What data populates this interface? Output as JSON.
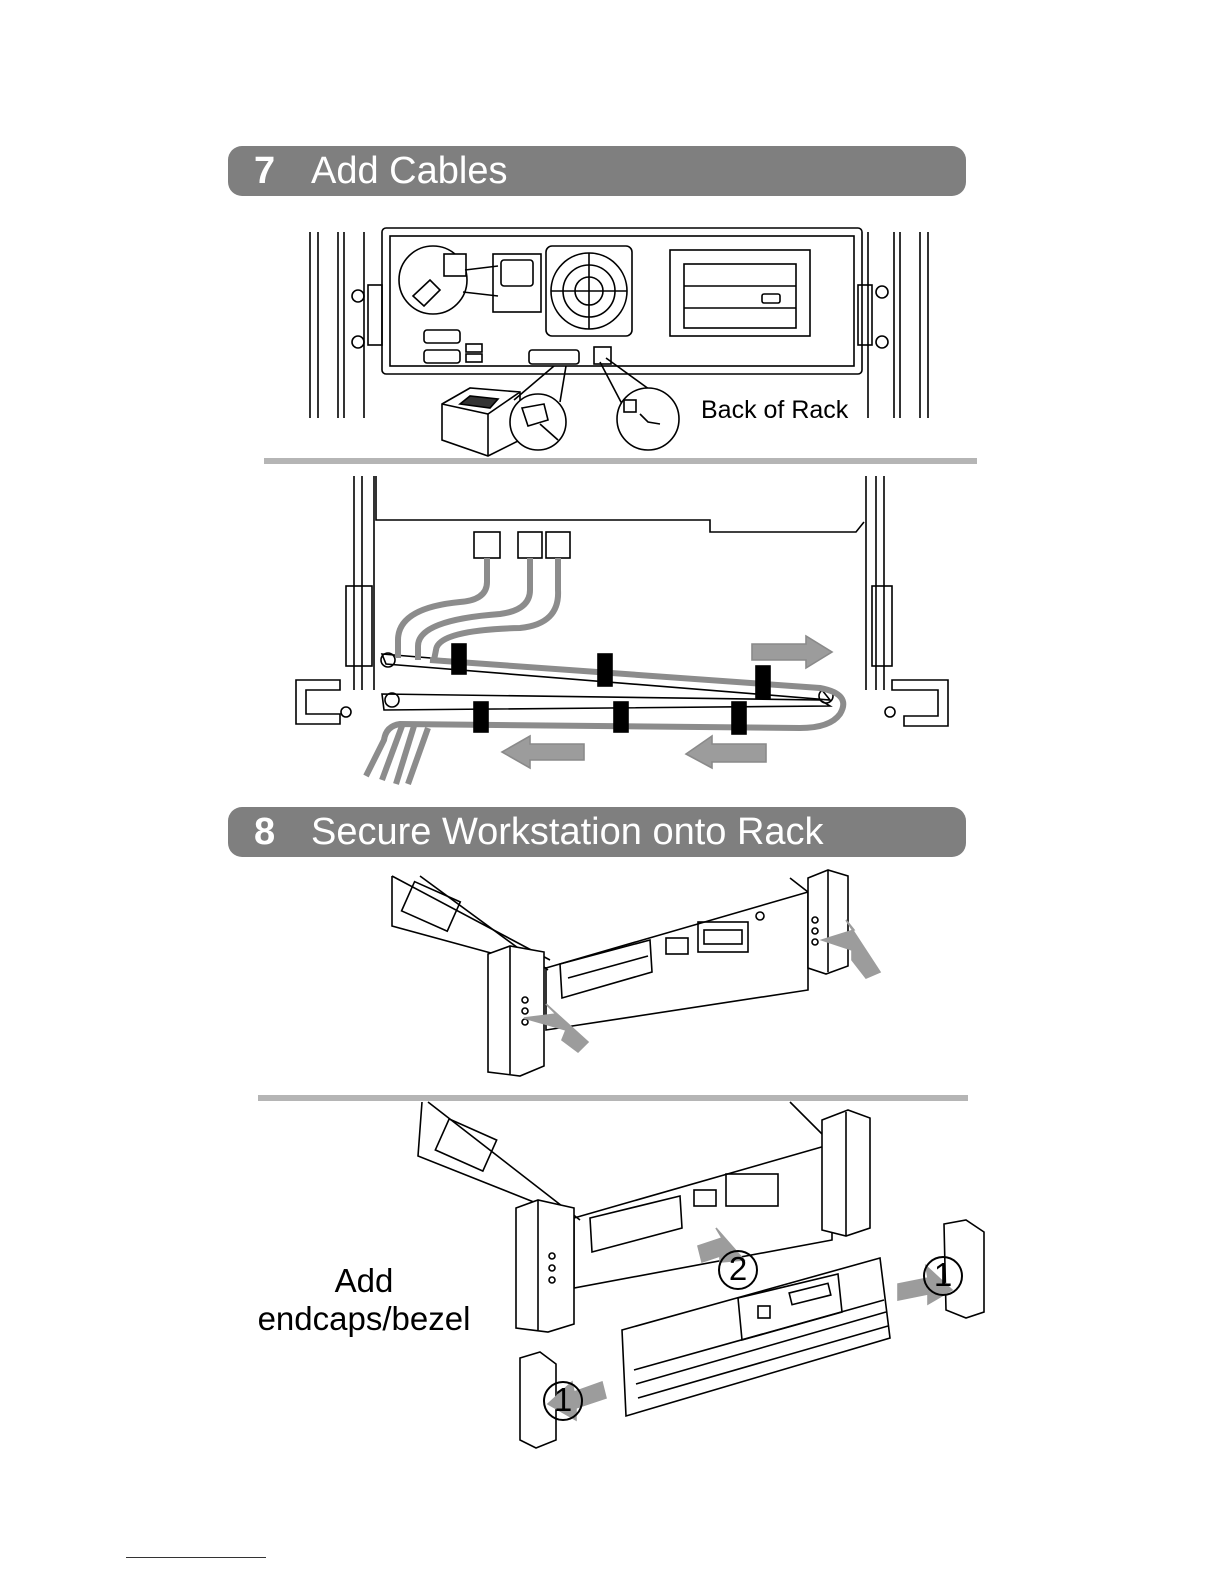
{
  "steps": [
    {
      "number": "7",
      "title": "Add Cables"
    },
    {
      "number": "8",
      "title": "Secure Workstation onto Rack"
    }
  ],
  "illustrations": {
    "back_of_rack_label": "Back of Rack",
    "endcaps_label_line1": "Add",
    "endcaps_label_line2": "endcaps/bezel",
    "callout_endcap": "1",
    "callout_bezel": "2"
  }
}
